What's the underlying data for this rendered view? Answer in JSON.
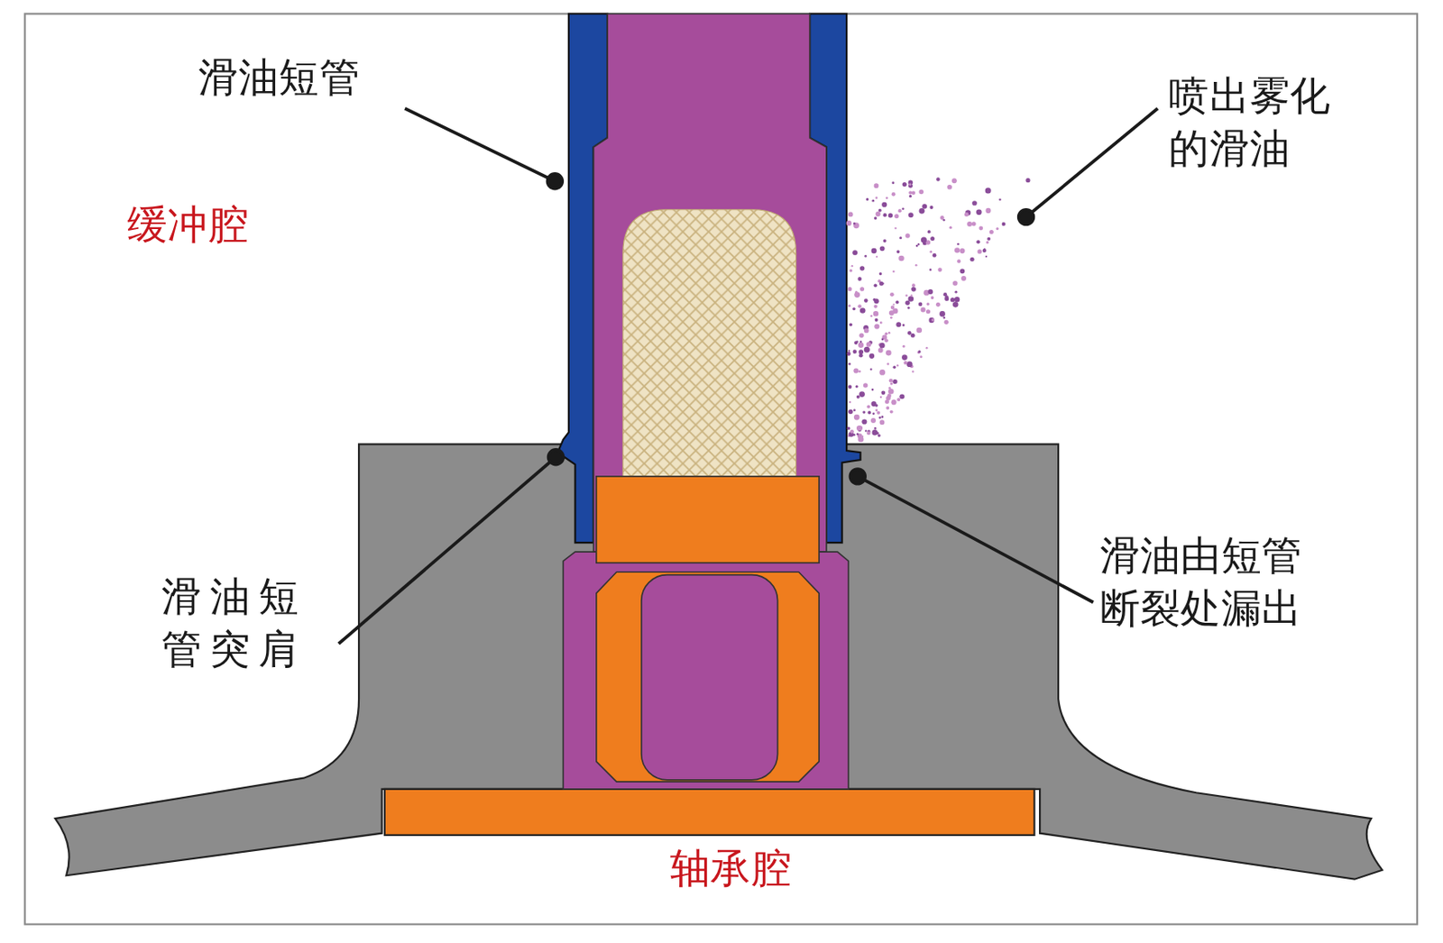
{
  "diagram": {
    "labels": [
      "滑油短管",
      "缓冲腔",
      "喷出雾化 的滑油",
      "滑油短 管突肩",
      "滑油由短管 断裂处漏出",
      "轴承腔"
    ]
  }
}
